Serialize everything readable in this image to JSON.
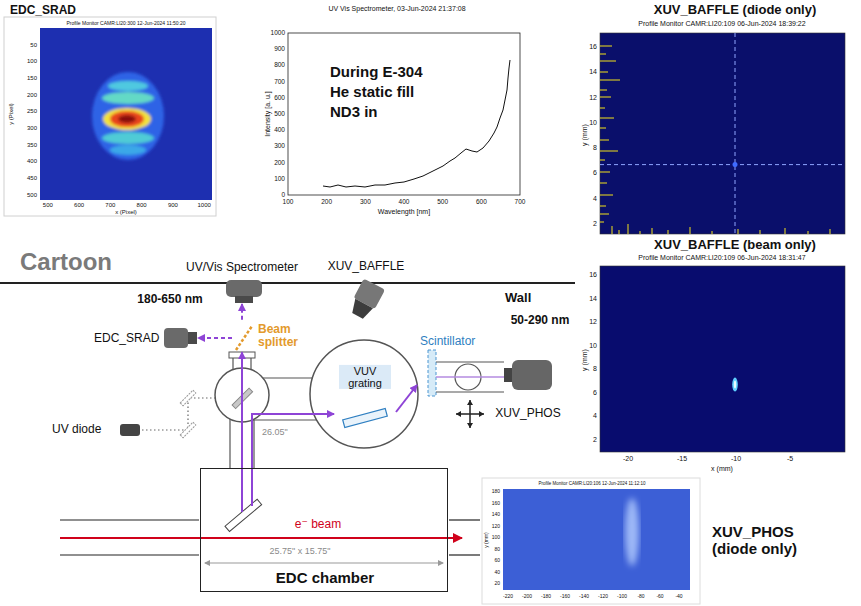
{
  "diagram": {
    "nodes": [
      {
        "text": [
          "EDC_SRAD",
          "Profile Monitor CAMR:LI20:300 12-Jun-2024 11:50:20"
        ]
      },
      {
        "text": [
          "UV Vis Spectrometer, 03-Jun-2024 21:37:08",
          "During E-304",
          "He static fill",
          "ND3 in"
        ]
      },
      {
        "text": [
          "XUV_BAFFLE (diode only)",
          "Profile Monitor CAMR:LI20:109 06-Jun-2024 18:39:22"
        ]
      },
      {
        "text": [
          "UV/Vis Spectrometer"
        ]
      },
      {
        "text": [
          "XUV_BAFFLE"
        ]
      },
      {
        "text": [
          "EDC_SRAD"
        ]
      },
      {
        "text": [
          "Beam splitter"
        ]
      },
      {
        "text": [
          "VUV grating"
        ]
      },
      {
        "text": [
          "Scintillator"
        ]
      },
      {
        "text": [
          "XUV_PHOS"
        ]
      },
      {
        "text": [
          "UV diode"
        ]
      },
      {
        "text": [
          "EDC chamber"
        ]
      },
      {
        "text": [
          "XUV_BAFFLE (beam only)",
          "Profile Monitor CAMR:LI20:109 06-Jun-2024 18:31:47"
        ]
      },
      {
        "text": [
          "Profile Monitor CAMR:LI20:106 12-Jun-2024 11:12:10",
          "XUV_PHOS (diode only)"
        ]
      }
    ],
    "edges": [
      {
        "from": 11,
        "to": 6,
        "arrow": "to"
      },
      {
        "from": 6,
        "to": 3,
        "arrow": "to"
      },
      {
        "from": 6,
        "to": 5,
        "arrow": "to"
      },
      {
        "from": 11,
        "to": 7,
        "arrow": "to"
      },
      {
        "from": 7,
        "to": 8,
        "arrow": "to"
      }
    ],
    "labels": [
      "Cartoon",
      "180-650 nm",
      "Wall",
      "50-290 nm",
      "26.05\"",
      "e⁻ beam",
      "25.75\" x 15.75\"",
      "y (Pixel)",
      "x (Pixel)",
      "50",
      "100",
      "150",
      "200",
      "250",
      "300",
      "350",
      "400",
      "450",
      "500",
      "500",
      "600",
      "700",
      "800",
      "900",
      "1000",
      "Intensity [a. u.]",
      "Wavelength [nm]",
      "0",
      "100",
      "200",
      "300",
      "400",
      "500",
      "600",
      "700",
      "800",
      "900",
      "1000",
      "100",
      "200",
      "300",
      "400",
      "500",
      "600",
      "700",
      "y (mm)",
      "2",
      "4",
      "6",
      "8",
      "10",
      "12",
      "14",
      "16",
      "y (mm)",
      "x (mm)",
      "2",
      "4",
      "6",
      "8",
      "10",
      "12",
      "14",
      "16",
      "-20",
      "-15",
      "-10",
      "-5",
      "y (mm)",
      "20",
      "40",
      "60",
      "80",
      "100",
      "120",
      "140",
      "160",
      "180",
      "-220",
      "-200",
      "-180",
      "-160",
      "-140",
      "-120",
      "-100",
      "-80",
      "-60",
      "-40"
    ]
  }
}
